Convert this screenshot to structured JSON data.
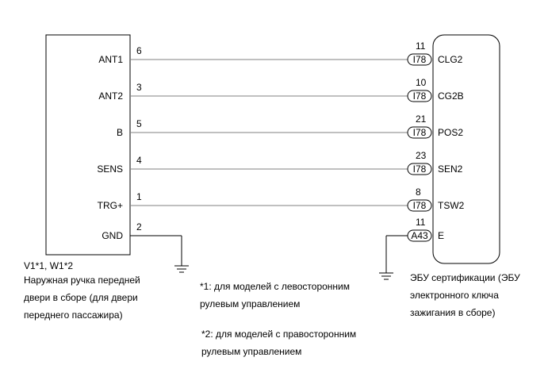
{
  "left_component": {
    "id_line": "V1*1, W1*2",
    "name_lines": [
      "Наружная ручка передней",
      "двери в сборе (для двери",
      "переднего пассажира)"
    ]
  },
  "right_component": {
    "name_lines": [
      "ЭБУ сертификации (ЭБУ",
      "электронного ключа",
      "зажигания в сборе)"
    ]
  },
  "wires": [
    {
      "left_terminal": "ANT1",
      "left_pin": "6",
      "right_pin": "11",
      "connector": "I78",
      "right_terminal": "CLG2"
    },
    {
      "left_terminal": "ANT2",
      "left_pin": "3",
      "right_pin": "10",
      "connector": "I78",
      "right_terminal": "CG2B"
    },
    {
      "left_terminal": "B",
      "left_pin": "5",
      "right_pin": "21",
      "connector": "I78",
      "right_terminal": "POS2"
    },
    {
      "left_terminal": "SENS",
      "left_pin": "4",
      "right_pin": "23",
      "connector": "I78",
      "right_terminal": "SEN2"
    },
    {
      "left_terminal": "TRG+",
      "left_pin": "1",
      "right_pin": "8",
      "connector": "I78",
      "right_terminal": "TSW2"
    }
  ],
  "ground_left": {
    "terminal": "GND",
    "pin": "2"
  },
  "ground_right": {
    "pin": "11",
    "connector": "A43",
    "terminal": "E"
  },
  "notes": [
    {
      "lines": [
        "*1: для моделей с левосторонним",
        "рулевым управлением"
      ]
    },
    {
      "lines": [
        "*2: для моделей с правосторонним",
        "рулевым управлением"
      ]
    }
  ],
  "colors": {
    "line": "#000000",
    "wire": "#808080",
    "background": "#ffffff"
  }
}
